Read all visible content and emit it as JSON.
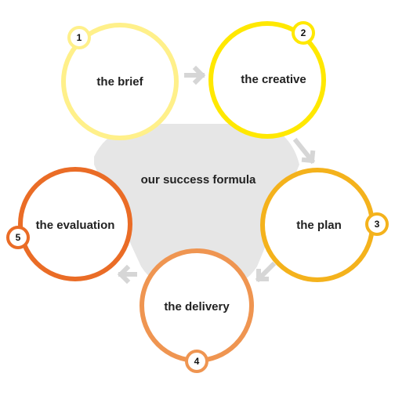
{
  "diagram": {
    "center_label": "our success formula",
    "hub_color": "#e6e6e6",
    "arrow_color": "#d6d6d6",
    "steps": [
      {
        "number": "1",
        "label": "the brief",
        "color": "#fff08a"
      },
      {
        "number": "2",
        "label": "the creative",
        "color": "#ffe800"
      },
      {
        "number": "3",
        "label": "the plan",
        "color": "#f4b21c"
      },
      {
        "number": "4",
        "label": "the delivery",
        "color": "#ef9551"
      },
      {
        "number": "5",
        "label": "the evaluation",
        "color": "#ea6c26"
      }
    ]
  }
}
